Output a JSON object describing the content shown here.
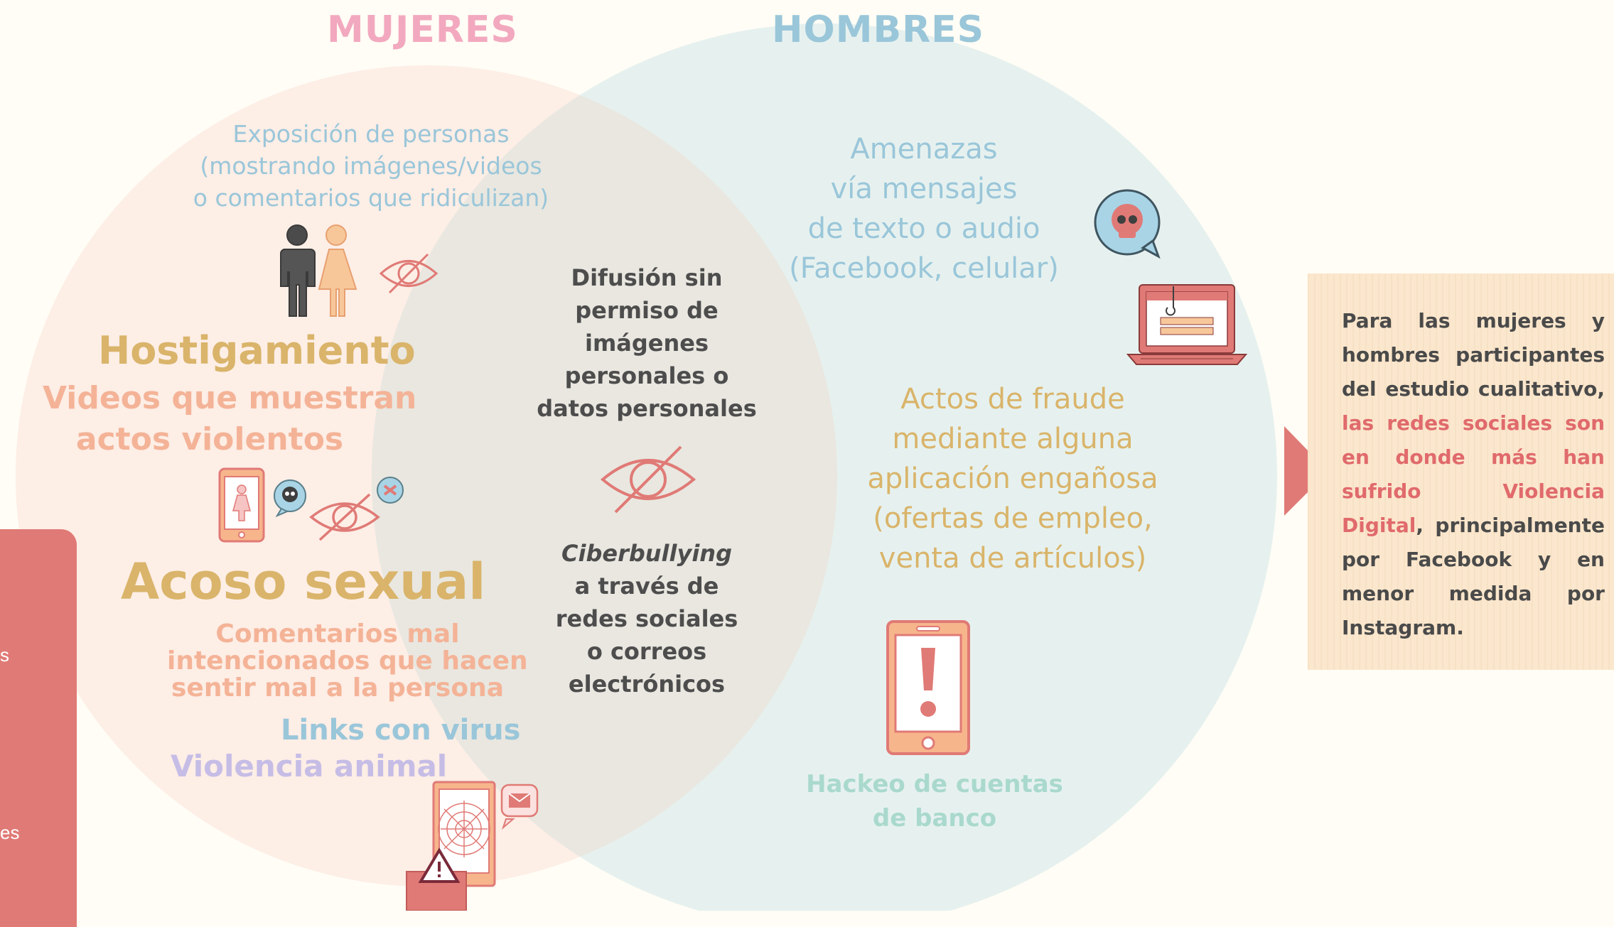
{
  "titles": {
    "women": "MUJERES",
    "men": "HOMBRES"
  },
  "women": {
    "exposure": [
      "Exposición de personas",
      "(mostrando imágenes/videos",
      "o comentarios que ridiculizan)"
    ],
    "harassment": "Hostigamiento",
    "violent_videos": [
      "Videos que muestran",
      "actos violentos"
    ],
    "sexual_harassment": "Acoso sexual",
    "mean_comments": [
      "Comentarios mal",
      "intencionados que hacen",
      "sentir mal a la persona"
    ],
    "virus_links": "Links con virus",
    "animal_violence": "Violencia animal"
  },
  "both": {
    "diffusion": [
      "Difusión sin",
      "permiso de",
      "imágenes",
      "personales o",
      "datos personales"
    ],
    "cyberbullying_term": "Ciberbullying",
    "cyberbullying_rest": [
      "a través de",
      "redes sociales",
      "o correos",
      "electrónicos"
    ]
  },
  "men": {
    "threats": [
      "Amenazas",
      "vía mensajes",
      "de texto o audio",
      "(Facebook, celular)"
    ],
    "fraud": [
      "Actos de fraude",
      "mediante alguna",
      "aplicación engañosa",
      "(ofertas de empleo,",
      "venta de artículos)"
    ],
    "bank_hack": [
      "Hackeo de cuentas",
      "de banco"
    ]
  },
  "side_panel": {
    "fragment_1": "s",
    "fragment_2": "es"
  },
  "note": {
    "part1": "Para las mujeres y hombres participantes del estudio cualitativo, ",
    "highlight": "las redes sociales son en donde más han sufrido Violencia Digital",
    "part2": ", principalmente por Facebook y en menor medida por Instagram."
  },
  "colors": {
    "women_circle": "#fdeee6",
    "men_circle": "#e6f1ef",
    "overlap": "#e9e7e0",
    "gold": "#d9b46a",
    "salmon": "#f4b397",
    "coral": "#e07a76",
    "light_blue": "#9ac6d9",
    "lavender": "#c6bde6",
    "mint": "#a9d9cc",
    "dark_text": "#4d4d4d"
  }
}
